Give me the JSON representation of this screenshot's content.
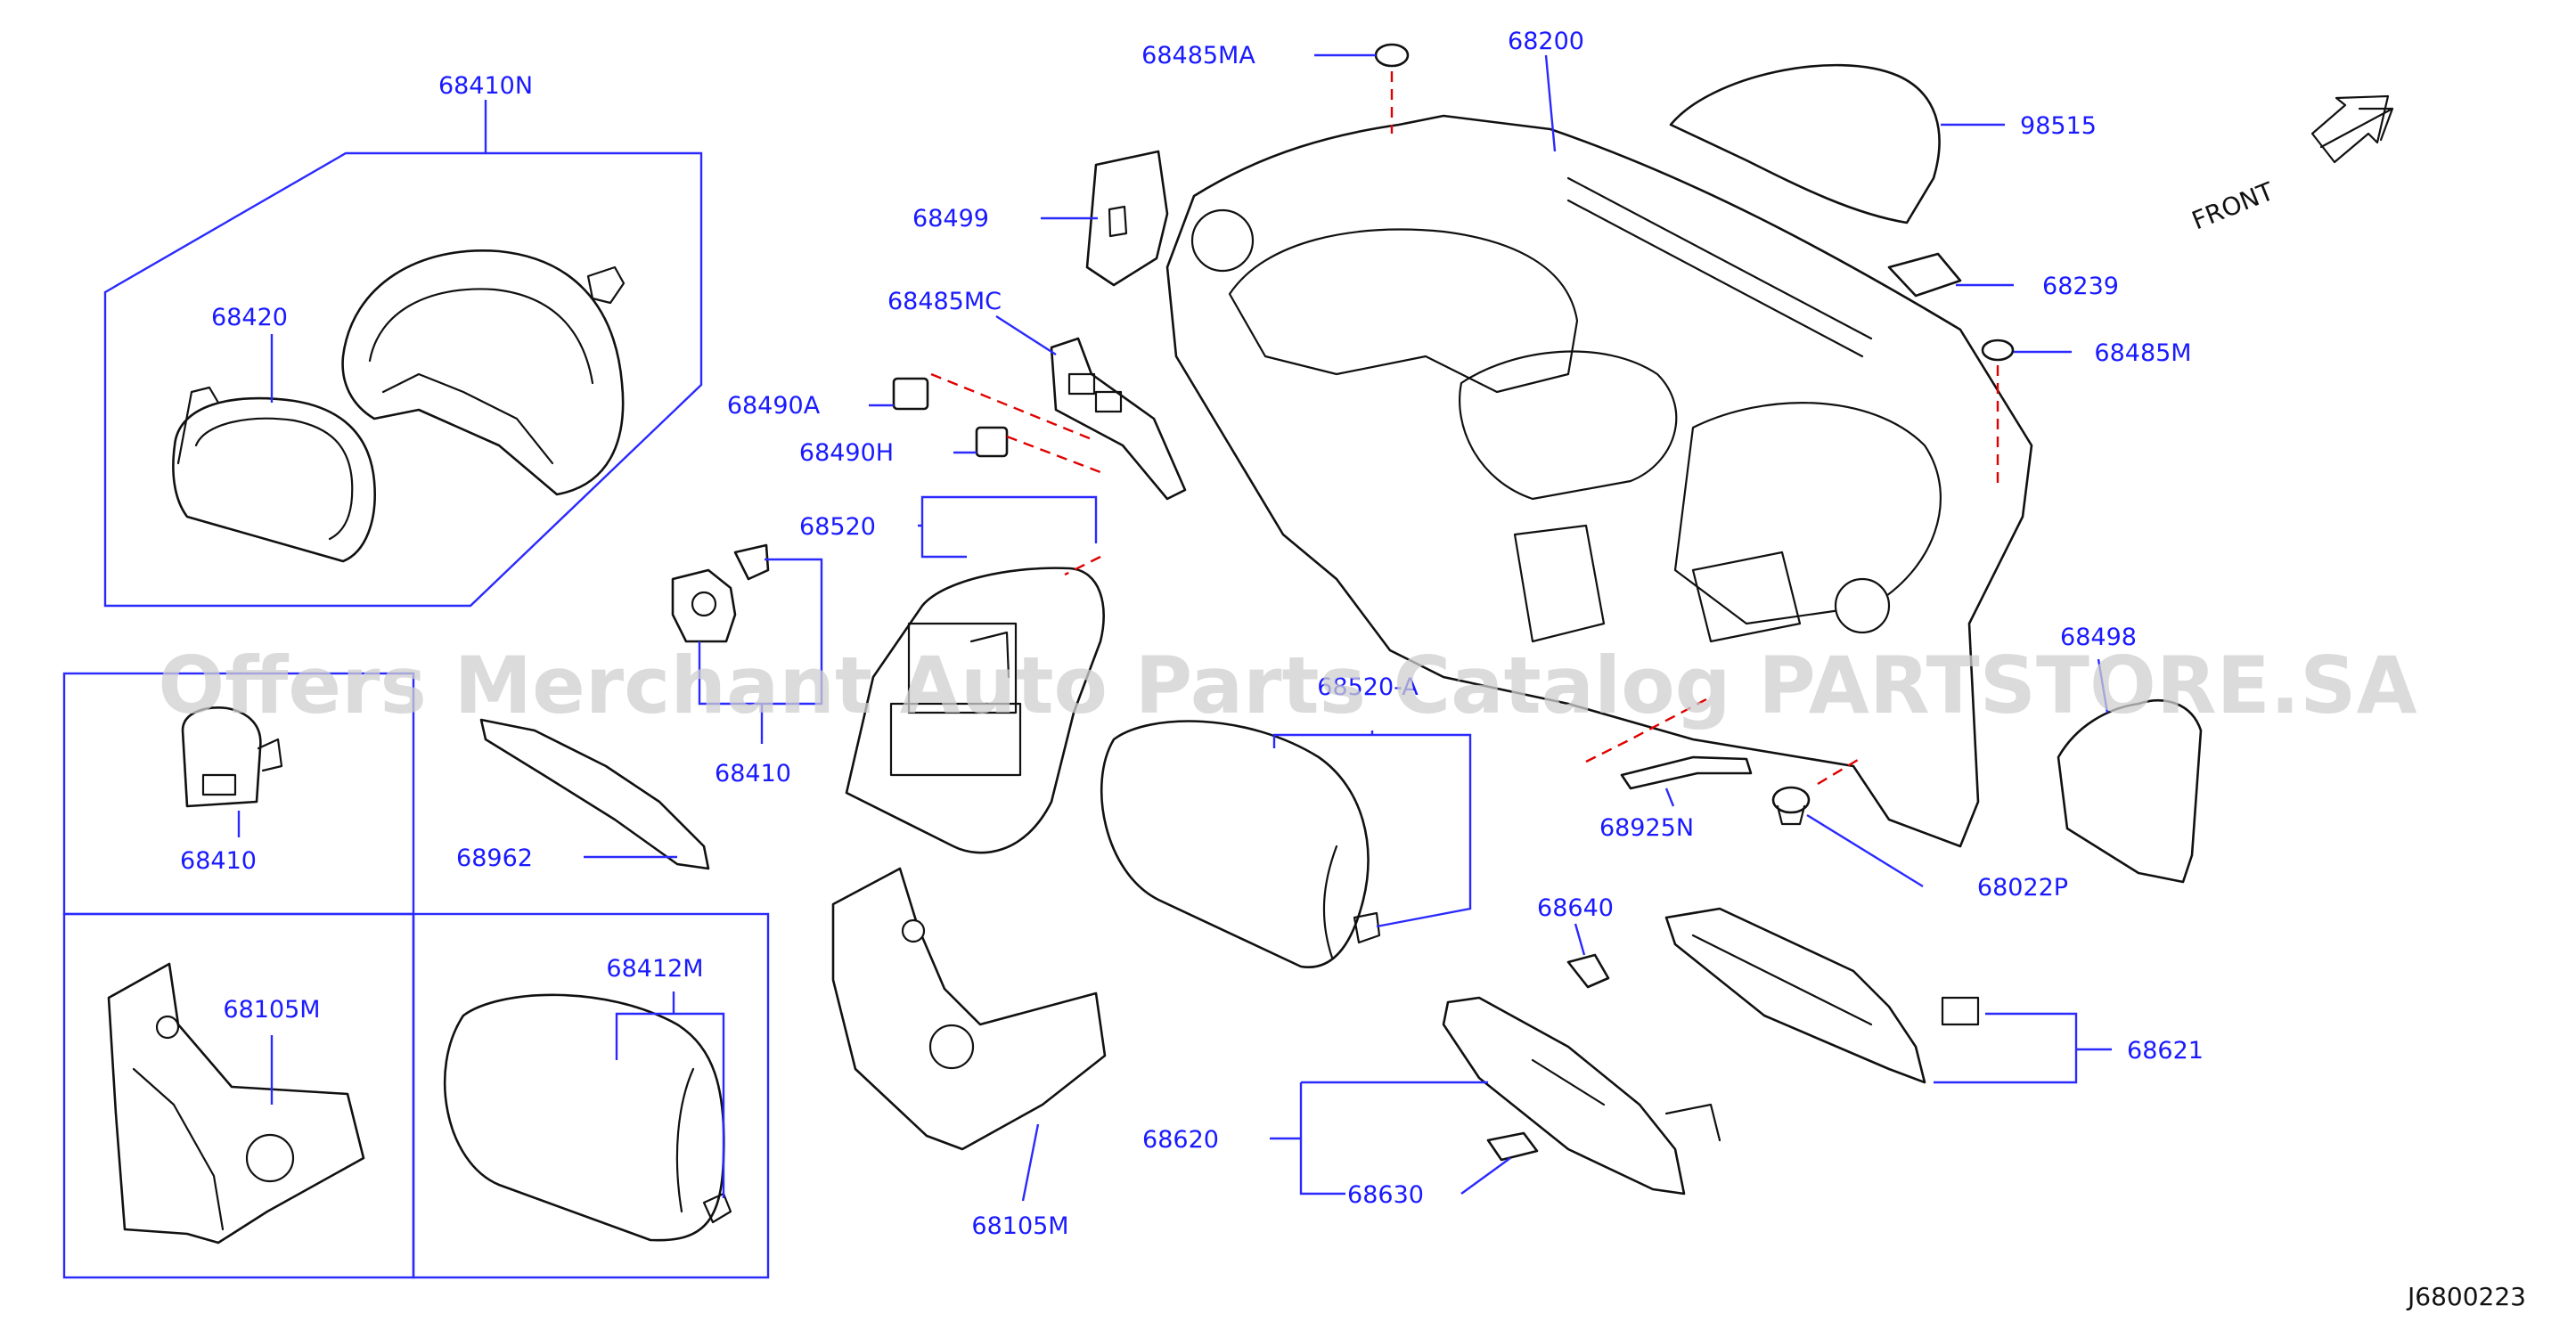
{
  "labels": {
    "p68410N": "68410N",
    "p68420": "68420",
    "p68499": "68499",
    "p68485MA": "68485MA",
    "p68200": "68200",
    "p98515": "98515",
    "p68239": "68239",
    "p68485M": "68485M",
    "p68485MC": "68485MC",
    "p68490A": "68490A",
    "p68490H": "68490H",
    "p68520": "68520",
    "p68410_top": "68410",
    "p68410_left": "68410",
    "p68498": "68498",
    "p68520A": "68520-A",
    "p68962": "68962",
    "p68925N": "68925N",
    "p68022P": "68022P",
    "p68640": "68640",
    "p68105M_left": "68105M",
    "p68412M": "68412M",
    "p68621": "68621",
    "p68620": "68620",
    "p68630": "68630",
    "p68105M_bottom": "68105M"
  },
  "front_label": "FRONT",
  "diagram_code": "J6800223",
  "watermark": "Offers Merchant Auto Parts Catalog PARTSTORE.SA",
  "colors": {
    "callout": "#1a1aff",
    "leader": "#2a2aff",
    "dashed": "#e00000",
    "outline": "#111111"
  }
}
